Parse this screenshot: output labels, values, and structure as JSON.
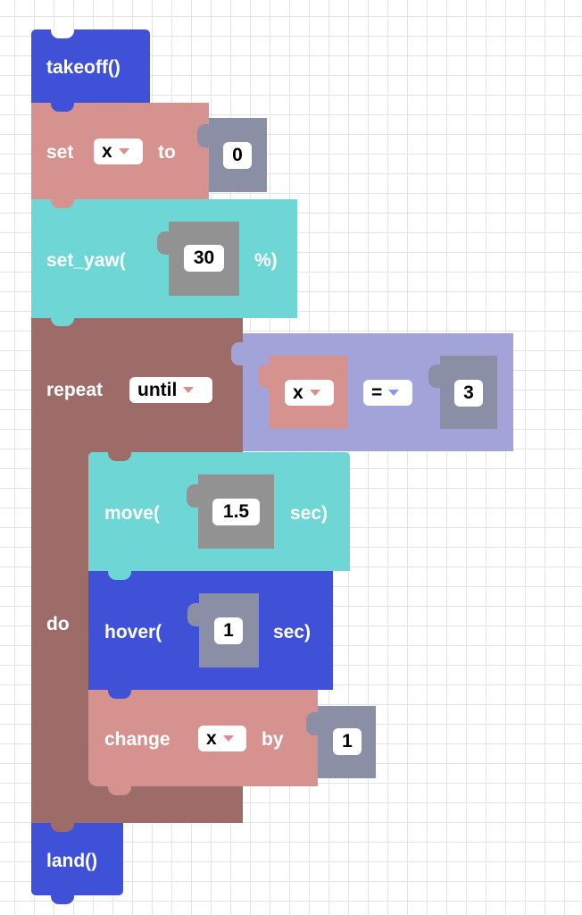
{
  "colors": {
    "drone_blue": "#3f51d6",
    "variable_pink": "#d5928e",
    "math_gray": "#8b8fa5",
    "motion_teal": "#6fd6d6",
    "loop_brown": "#9d6c69",
    "logic_purple": "#a2a3d8",
    "number_gray": "#929292"
  },
  "blocks": {
    "takeoff": {
      "label": "takeoff()"
    },
    "set_var": {
      "label_set": "set",
      "var": "x",
      "label_to": "to",
      "value": "0"
    },
    "set_yaw": {
      "label_open": "set_yaw(",
      "value": "30",
      "label_close": "%)"
    },
    "repeat": {
      "label_repeat": "repeat",
      "mode": "until",
      "label_do": "do",
      "condition": {
        "left_var": "x",
        "operator": "=",
        "right_value": "3"
      }
    },
    "move": {
      "label_open": "move(",
      "value": "1.5",
      "label_close": "sec)"
    },
    "hover": {
      "label_open": "hover(",
      "value": "1",
      "label_close": "sec)"
    },
    "change": {
      "label_change": "change",
      "var": "x",
      "label_by": "by",
      "value": "1"
    },
    "land": {
      "label": "land()"
    }
  }
}
